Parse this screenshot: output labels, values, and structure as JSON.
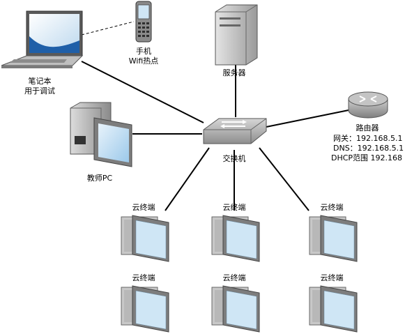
{
  "nodes": {
    "laptop": {
      "lines": [
        "笔记本",
        "用于调试"
      ]
    },
    "phone": {
      "lines": [
        "手机",
        "Wifi热点"
      ]
    },
    "server": {
      "lines": [
        "服务器"
      ]
    },
    "switch": {
      "lines": [
        "交换机"
      ]
    },
    "router": {
      "lines": [
        "路由器",
        "网关：192.168.5.1",
        "DNS：192.168.5.1",
        "DHCP范围 192.168"
      ]
    },
    "teacher_pc": {
      "lines": [
        "教师PC"
      ]
    },
    "terminal_label": "云终端"
  },
  "colors": {
    "line": "#000000",
    "screen": "#cfe6f5",
    "case": "#c8c8c8",
    "dark": "#444444"
  }
}
